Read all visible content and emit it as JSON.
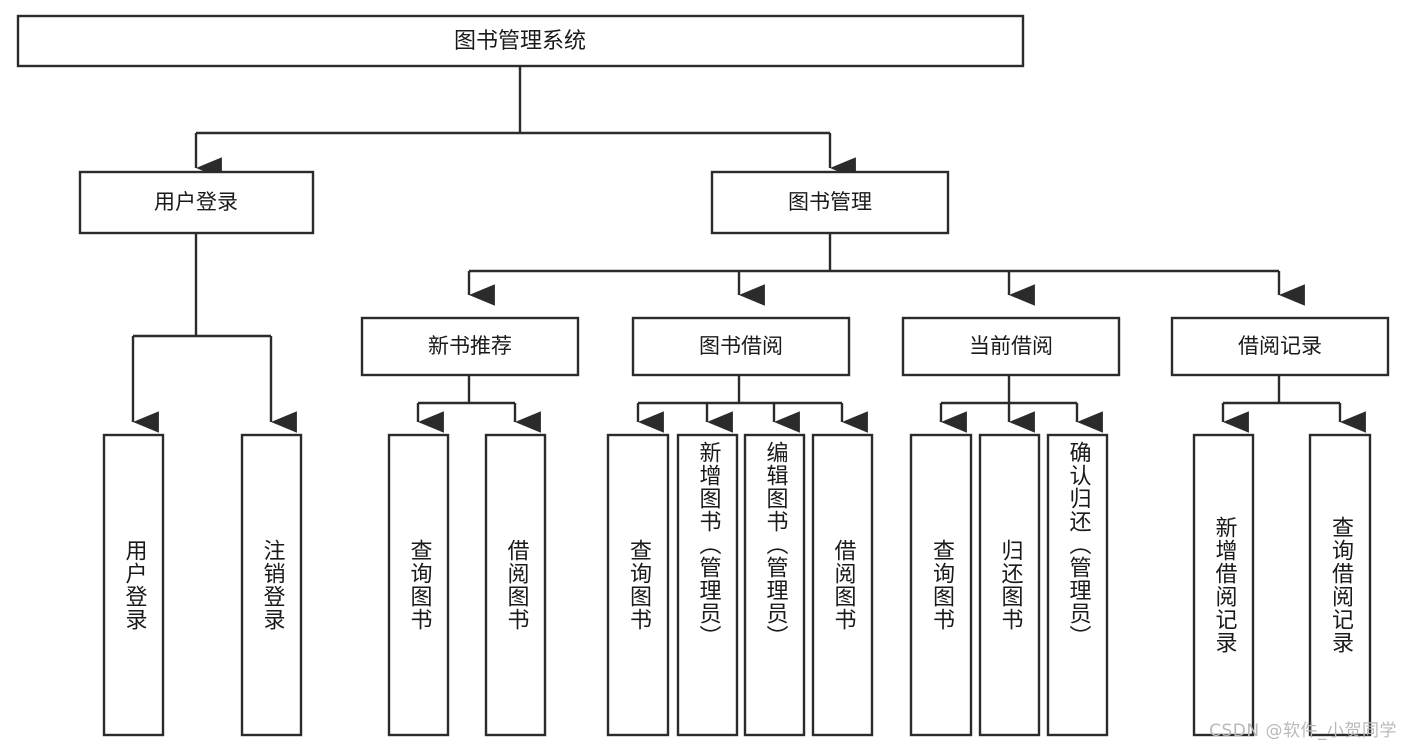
{
  "diagram": {
    "title": "图书管理系统",
    "type": "hierarchy-tree",
    "watermark": "CSDN @软件_小贺同学",
    "root": {
      "label": "图书管理系统"
    },
    "level2": [
      {
        "label": "用户登录"
      },
      {
        "label": "图书管理"
      }
    ],
    "level3": [
      {
        "label": "新书推荐"
      },
      {
        "label": "图书借阅"
      },
      {
        "label": "当前借阅"
      },
      {
        "label": "借阅记录"
      }
    ],
    "leaves": {
      "user_login": [
        {
          "label": "用户登录"
        },
        {
          "label": "注销登录"
        }
      ],
      "new_book_recommend": [
        {
          "label": "查询图书"
        },
        {
          "label": "借阅图书"
        }
      ],
      "book_borrow": [
        {
          "label": "查询图书"
        },
        {
          "label": "新增图书（管理员）"
        },
        {
          "label": "编辑图书（管理员）"
        },
        {
          "label": "借阅图书"
        }
      ],
      "current_borrow": [
        {
          "label": "查询图书"
        },
        {
          "label": "归还图书"
        },
        {
          "label": "确认归还（管理员）"
        }
      ],
      "borrow_record": [
        {
          "label": "新增借阅记录"
        },
        {
          "label": "查询借阅记录"
        }
      ]
    },
    "colors": {
      "stroke": "#2b2b2b",
      "fill": "#ffffff",
      "text": "#1a1a1a",
      "watermark": "#b9b9b9"
    }
  }
}
